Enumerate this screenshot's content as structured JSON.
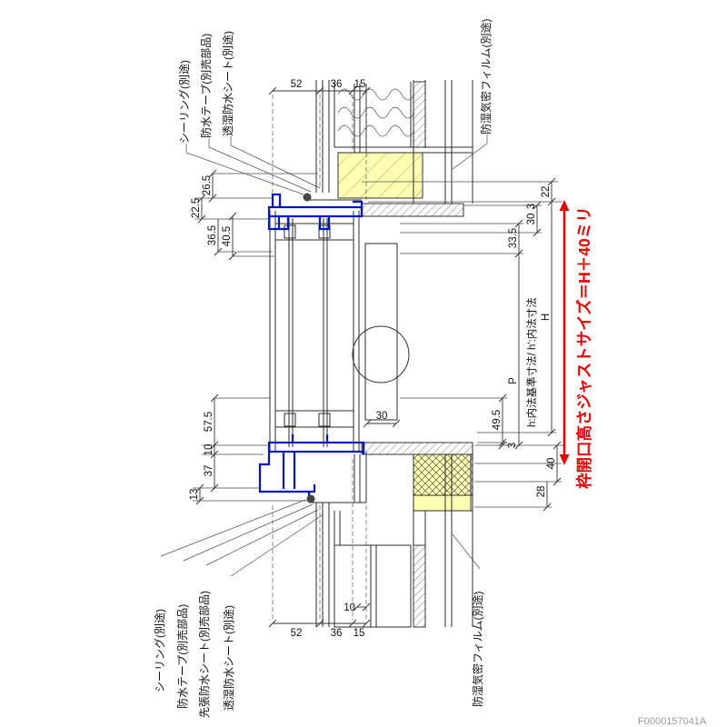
{
  "labels": {
    "seal_top": "シーリング(別途)",
    "tape_top": "防水テープ(別売部品)",
    "sheet_top": "透湿防水シート(別途)",
    "film_top": "防湿気密フィルム(別途)",
    "seal_bottom": "シーリング(別途)",
    "tape_bottom": "防水テープ(別売部品)",
    "presheet_bottom": "先張防水シート(別売部品)",
    "sheet_bottom": "透湿防水シート(別途)",
    "film_bottom": "防湿気密フィルム(別途)",
    "inner_note": "h:内法基準寸法/ h':内法寸法",
    "red_note": "枠開口高さジャストサイズ＝H＋40ミリ"
  },
  "dims": {
    "top_52": "52",
    "top_36": "36",
    "top_15": "15",
    "bottom_52": "52",
    "bottom_36": "36",
    "bottom_15": "15",
    "bottom_10": "10",
    "left_22_5": "22.5",
    "left_26_5": "26.5",
    "left_36_5": "36.5",
    "left_40_5": "40.5",
    "left_57_5": "57.5",
    "left_10": "10",
    "left_37": "37",
    "left_13": "13",
    "right_22": "22",
    "right_3_top": "3",
    "right_30": "30",
    "right_33_5": "33.5",
    "right_H": "H",
    "right_P": "P",
    "right_49_5": "49.5",
    "right_3_bottom": "3",
    "right_40": "40",
    "right_28": "28",
    "mid_30": "30"
  },
  "doc_number": "F0000157041A",
  "colors": {
    "frame_blue": "#0013c8",
    "insulation_yellow": "#ffffb3",
    "annotation_red": "#e60000",
    "line": "#2b2b2b"
  }
}
